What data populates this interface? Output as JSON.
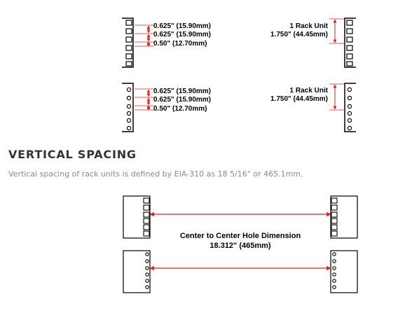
{
  "top_diagram": {
    "square_hole_rail": {
      "spacing_labels": [
        "0.625\" (15.90mm)",
        "0.625\" (15.90mm)",
        "0.50\" (12.70mm)"
      ]
    },
    "round_hole_rail": {
      "spacing_labels": [
        "0.625\" (15.90mm)",
        "0.625\" (15.90mm)",
        "0.50\" (12.70mm)"
      ]
    },
    "square_rack_unit": {
      "title": "1 Rack Unit",
      "value": "1.750\" (44.45mm)"
    },
    "round_rack_unit": {
      "title": "1 Rack Unit",
      "value": "1.750\" (44.45mm)"
    }
  },
  "section": {
    "heading": "VERTICAL SPACING",
    "body": "Vertical spacing of rack units is defined by EIA-310 as 18 5/16\" or 465.1mm."
  },
  "bottom_diagram": {
    "center_label_line1": "Center to Center Hole Dimension",
    "center_label_line2": "18.312\" (465mm)"
  },
  "colors": {
    "dimension_arrow": "#e0201c",
    "outline": "#000000",
    "heading": "#333333",
    "body_text": "#8a8a8a"
  }
}
